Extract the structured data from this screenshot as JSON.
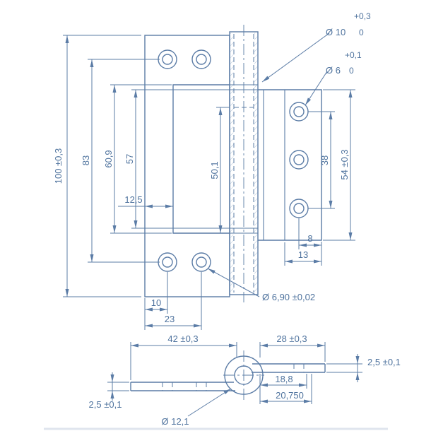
{
  "drawing": {
    "type": "hinge technical drawing, front view and top view",
    "line_color": "#5b7ca6",
    "text_color": "#4f739e",
    "background": "#ffffff"
  },
  "callouts": {
    "pin_hole": {
      "diameter": "Ø 10",
      "tol_upper": "+0,3",
      "tol_lower": "0"
    },
    "screw_hole": {
      "diameter": "Ø 6",
      "tol_upper": "+0,1",
      "tol_lower": "0"
    },
    "countersink": "Ø 6,90 ±0,02",
    "knuckle": "Ø 12,1"
  },
  "front_view": {
    "height_overall": "100 ±0,3",
    "hole_span_left": "83",
    "knuckle_609": "60,9",
    "knuckle_57": "57",
    "knuckle_501": "50,1",
    "offset_125": "12,5",
    "hole_span_right": "38",
    "leaf_height_right": "54 ±0,3",
    "edge_8": "8",
    "edge_13": "13",
    "edge_10": "10",
    "edge_23": "23"
  },
  "top_view": {
    "leaf_length_left": "42 ±0,3",
    "leaf_length_right": "28 ±0,3",
    "thickness_right": "2,5 ±0,1",
    "depth_188": "18,8",
    "thickness_left": "2,5 ±0,1",
    "depth_20750": "20,750"
  }
}
